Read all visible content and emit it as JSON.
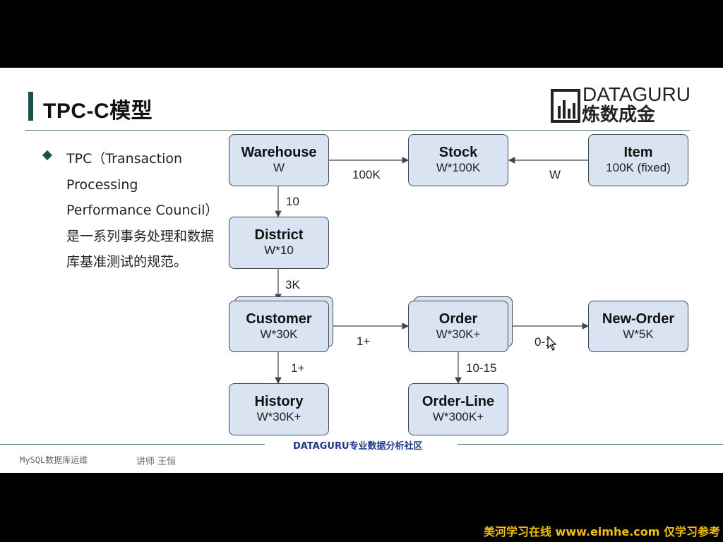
{
  "slide": {
    "title": "TPC-C模型",
    "logo": {
      "latin": "DATAGURU",
      "chinese": "炼数成金"
    },
    "bullet": {
      "lines": [
        "TPC（Transaction",
        "Processing",
        "Performance Council）",
        "是一系列事务处理和数据",
        "库基准测试的规范。"
      ]
    }
  },
  "diagram": {
    "nodes": {
      "warehouse": {
        "name": "Warehouse",
        "card": "W"
      },
      "stock": {
        "name": "Stock",
        "card": "W*100K"
      },
      "item": {
        "name": "Item",
        "card": "100K (fixed)"
      },
      "district": {
        "name": "District",
        "card": "W*10"
      },
      "customer": {
        "name": "Customer",
        "card": "W*30K"
      },
      "order": {
        "name": "Order",
        "card": "W*30K+"
      },
      "new_order": {
        "name": "New-Order",
        "card": "W*5K"
      },
      "history": {
        "name": "History",
        "card": "W*30K+"
      },
      "order_line": {
        "name": "Order-Line",
        "card": "W*300K+"
      }
    },
    "edges": {
      "warehouse_stock": "100K",
      "item_stock": "W",
      "warehouse_district": "10",
      "district_customer": "3K",
      "customer_order": "1+",
      "order_new_order": "0-1",
      "customer_history": "1+",
      "order_order_line": "10-15"
    }
  },
  "footer": {
    "center": "DATAGURU专业数据分析社区",
    "course": "MySQL数据库运维",
    "lecturer": "讲师 王恒"
  },
  "watermark": "美河学习在线 www.eimhe.com 仅学习参考",
  "colors": {
    "box_fill": "#d9e3f2",
    "accent": "#1f4e4e",
    "footer_text": "#1f3a8a",
    "watermark": "#f0c010"
  }
}
